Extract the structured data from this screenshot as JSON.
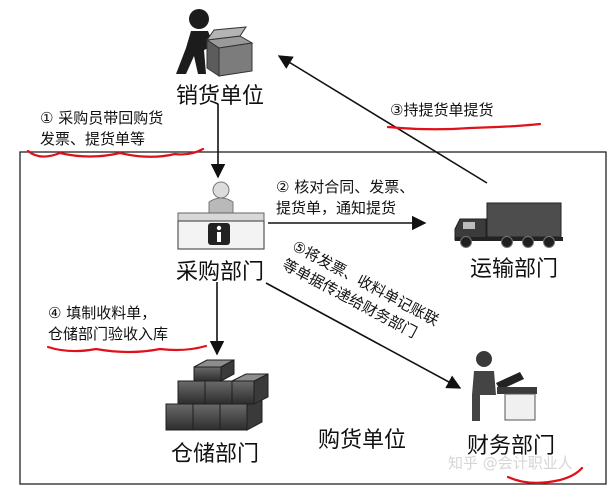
{
  "nodes": {
    "seller": "销货单位",
    "purchasing": "采购部门",
    "transport": "运输部门",
    "warehouse": "仓储部门",
    "finance": "财务部门",
    "buyer": "购货单位"
  },
  "steps": {
    "step1_line1": "① 采购员带回购货",
    "step1_line2": "发票、提货单等",
    "step2_line1": "② 核对合同、发票、",
    "step2_line2": "提货单，通知提货",
    "step3": "③持提货单提货",
    "step4_line1": "④ 填制收料单，",
    "step4_line2": "仓储部门验收入库",
    "step5_line1": "⑤将发票、收料单记账联",
    "step5_line2": "等单据传递给财务部门"
  },
  "icons": {
    "seller": "person-carrying-box-icon",
    "purchasing": "information-desk-icon",
    "transport": "truck-icon",
    "warehouse": "stacked-boxes-icon",
    "finance": "person-at-desk-icon",
    "info_symbol": "i"
  },
  "watermark": "知乎 @会计职业人",
  "colors": {
    "underline": "#e0111a",
    "arrow": "#111111",
    "icon_dark": "#2a2a2a",
    "icon_grey": "#8a8a8a"
  }
}
